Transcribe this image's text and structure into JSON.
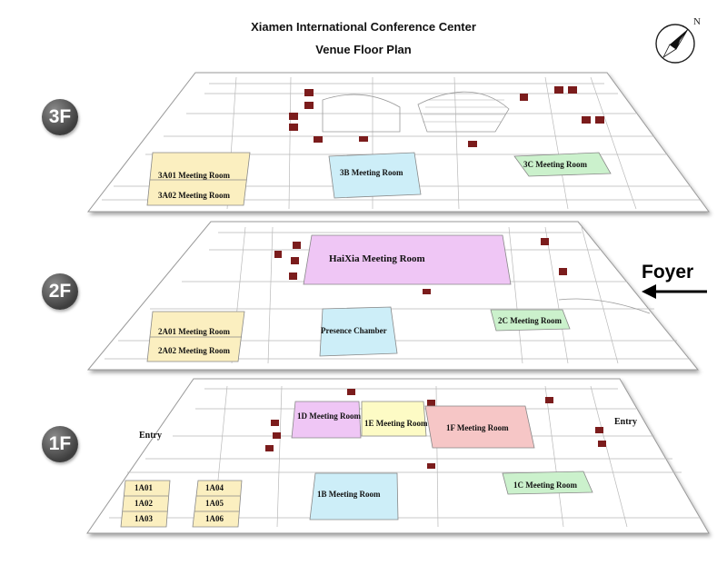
{
  "header": {
    "title_line1": "Xiamen International Conference Center",
    "title_line2": "Venue Floor Plan"
  },
  "compass": {
    "label": "N"
  },
  "floors": [
    {
      "id": "3F",
      "label": "3F",
      "rooms": [
        "3A01 Meeting Room",
        "3A02 Meeting Room",
        "3B Meeting Room",
        "3C Meeting Room"
      ]
    },
    {
      "id": "2F",
      "label": "2F",
      "rooms": [
        "HaiXia Meeting Room",
        "2A01 Meeting Room",
        "2A02 Meeting Room",
        "Presence Chamber",
        "2C Meeting Room"
      ]
    },
    {
      "id": "1F",
      "label": "1F",
      "rooms": [
        "1D Meeting Room",
        "1E Meeting Room",
        "1F Meeting Room",
        "1B Meeting Room",
        "1C Meeting Room",
        "1A01",
        "1A02",
        "1A03",
        "1A04",
        "1A05",
        "1A06"
      ],
      "entries": [
        "Entry",
        "Entry"
      ]
    }
  ],
  "foyer": {
    "label": "Foyer"
  },
  "colors": {
    "yellow_room": "#fbefc0",
    "blue_room": "#cdeef8",
    "green_room": "#cbf1cc",
    "purple_room": "#efc6f5",
    "pink_room": "#f6c6c6",
    "lemon_room": "#fdfbc5",
    "plate_fill": "#ffffff",
    "badge": "#4a4a4a"
  }
}
